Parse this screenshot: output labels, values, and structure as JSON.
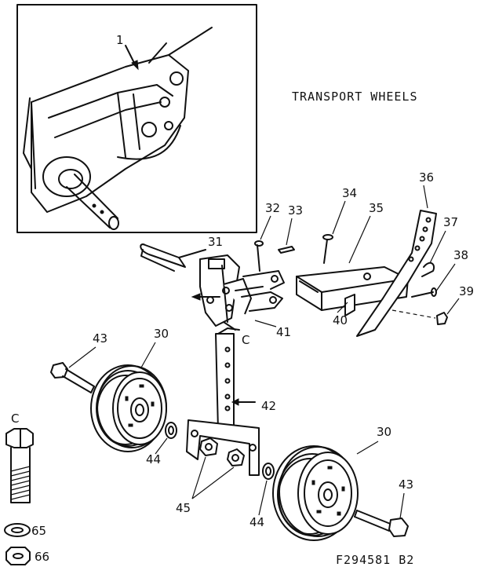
{
  "title": "TRANSPORT WHEELS",
  "drawing_code": "F294581 B2",
  "callouts": {
    "c1": "1",
    "c30a": "30",
    "c30b": "30",
    "c31": "31",
    "c32": "32",
    "c33": "33",
    "c34": "34",
    "c35": "35",
    "c36": "36",
    "c37": "37",
    "c38": "38",
    "c39": "39",
    "c40": "40",
    "c41": "41",
    "c42": "42",
    "c43a": "43",
    "c43b": "43",
    "c44a": "44",
    "c44b": "44",
    "c45": "45",
    "c65": "65",
    "c66": "66",
    "cC1": "C",
    "cC2": "C"
  }
}
